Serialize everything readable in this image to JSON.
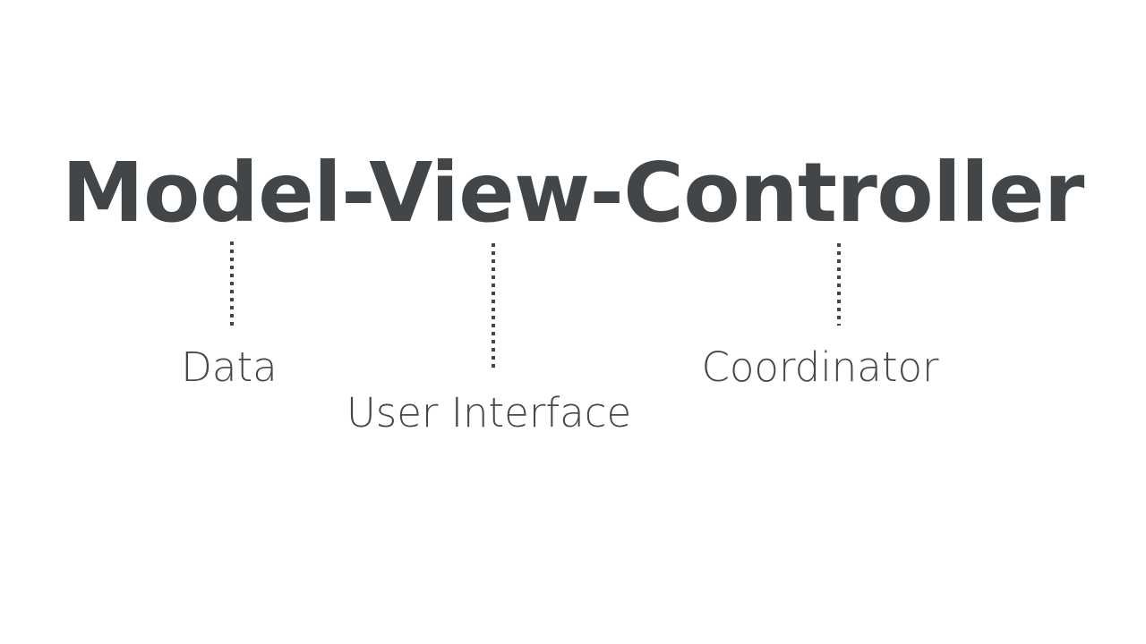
{
  "slide": {
    "background_color": "#ffffff",
    "text_color": "#434649",
    "title": "Model-View-Controller",
    "title_parts": [
      "Model",
      "View",
      "Controller"
    ],
    "connectors": [
      {
        "name": "model-connector",
        "style": "dotted",
        "color": "#434649"
      },
      {
        "name": "view-connector",
        "style": "dotted",
        "color": "#434649"
      },
      {
        "name": "controller-connector",
        "style": "dotted",
        "color": "#434649"
      }
    ],
    "labels": [
      {
        "term": "Model",
        "label": "Data"
      },
      {
        "term": "View",
        "label": "User Interface"
      },
      {
        "term": "Controller",
        "label": "Coordinator"
      }
    ]
  }
}
